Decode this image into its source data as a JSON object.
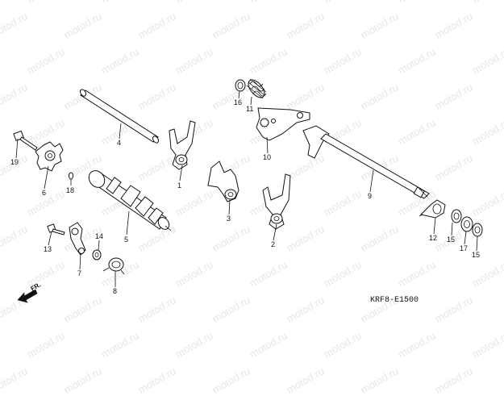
{
  "watermark": "motod.ru",
  "diagram_code": "KRF8-E1500",
  "direction_label": "FR.",
  "callouts": [
    {
      "id": "1",
      "text": "1"
    },
    {
      "id": "2",
      "text": "2"
    },
    {
      "id": "3",
      "text": "3"
    },
    {
      "id": "4",
      "text": "4"
    },
    {
      "id": "5",
      "text": "5"
    },
    {
      "id": "6",
      "text": "6"
    },
    {
      "id": "7",
      "text": "7"
    },
    {
      "id": "8",
      "text": "8"
    },
    {
      "id": "9",
      "text": "9"
    },
    {
      "id": "10",
      "text": "10"
    },
    {
      "id": "11",
      "text": "11"
    },
    {
      "id": "12",
      "text": "12"
    },
    {
      "id": "13",
      "text": "13"
    },
    {
      "id": "14",
      "text": "14"
    },
    {
      "id": "15a",
      "text": "15"
    },
    {
      "id": "15b",
      "text": "15"
    },
    {
      "id": "16",
      "text": "16"
    },
    {
      "id": "17",
      "text": "17"
    },
    {
      "id": "18",
      "text": "18"
    },
    {
      "id": "19",
      "text": "19"
    }
  ]
}
